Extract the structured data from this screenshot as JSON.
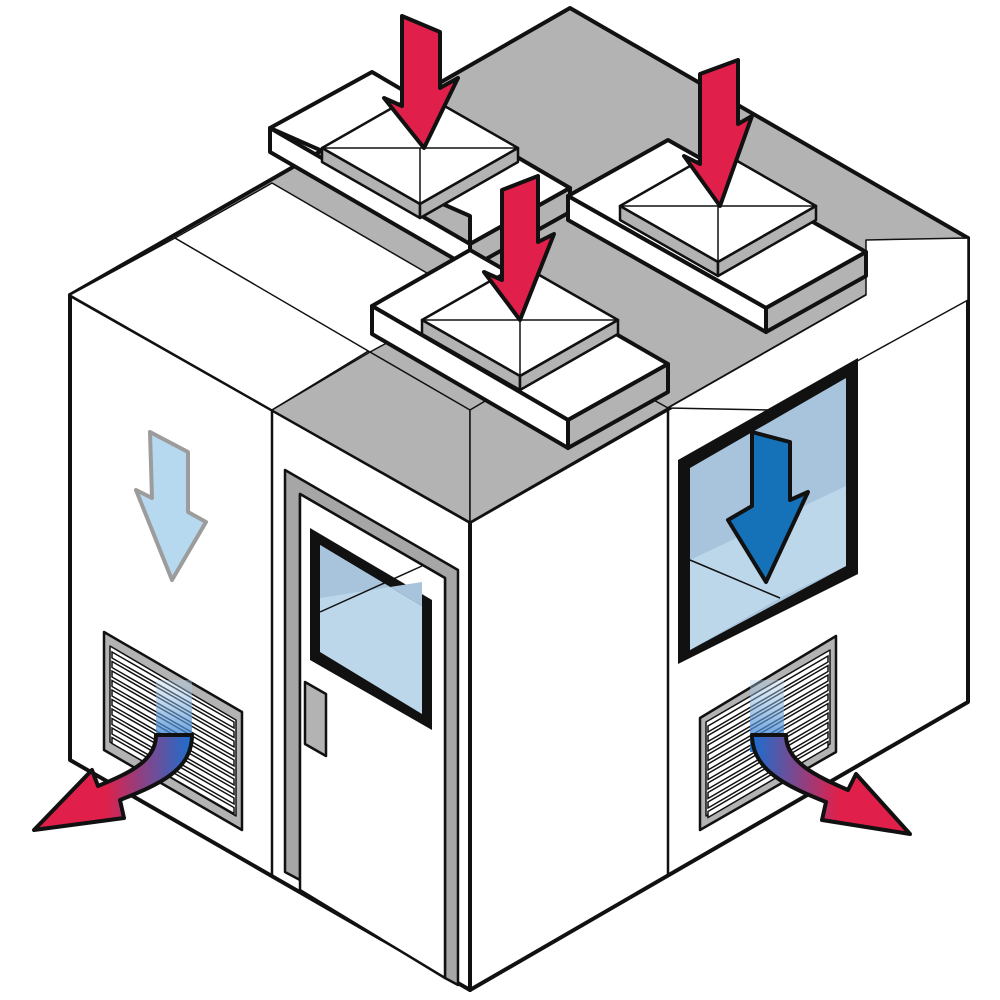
{
  "diagram": {
    "type": "isometric-cleanroom-airflow",
    "colors": {
      "background": "#ffffff",
      "wall": "#ffffff",
      "roof": "#b3b3b3",
      "outline": "#111111",
      "glass_light": "#bcd6ea",
      "glass_mid": "#a8c4dc",
      "supply_arrow": "#e0204a",
      "inner_flow_arrow": "#1571b8",
      "faded_flow_arrow": "#b7d9ef",
      "exhaust_gradient_start": "#1a6fd0",
      "exhaust_gradient_end": "#e0204a",
      "door_frame": "#a6a6a6",
      "louver": "#ffffff"
    },
    "supply_arrow_count": 3,
    "fan_filter_unit_count": 3,
    "exhaust_arrow_count": 2,
    "icons": [
      "supply-air-arrow-icon",
      "downflow-arrow-icon",
      "exhaust-air-arrow-icon",
      "louver-vent-icon",
      "door-icon",
      "window-icon"
    ]
  }
}
